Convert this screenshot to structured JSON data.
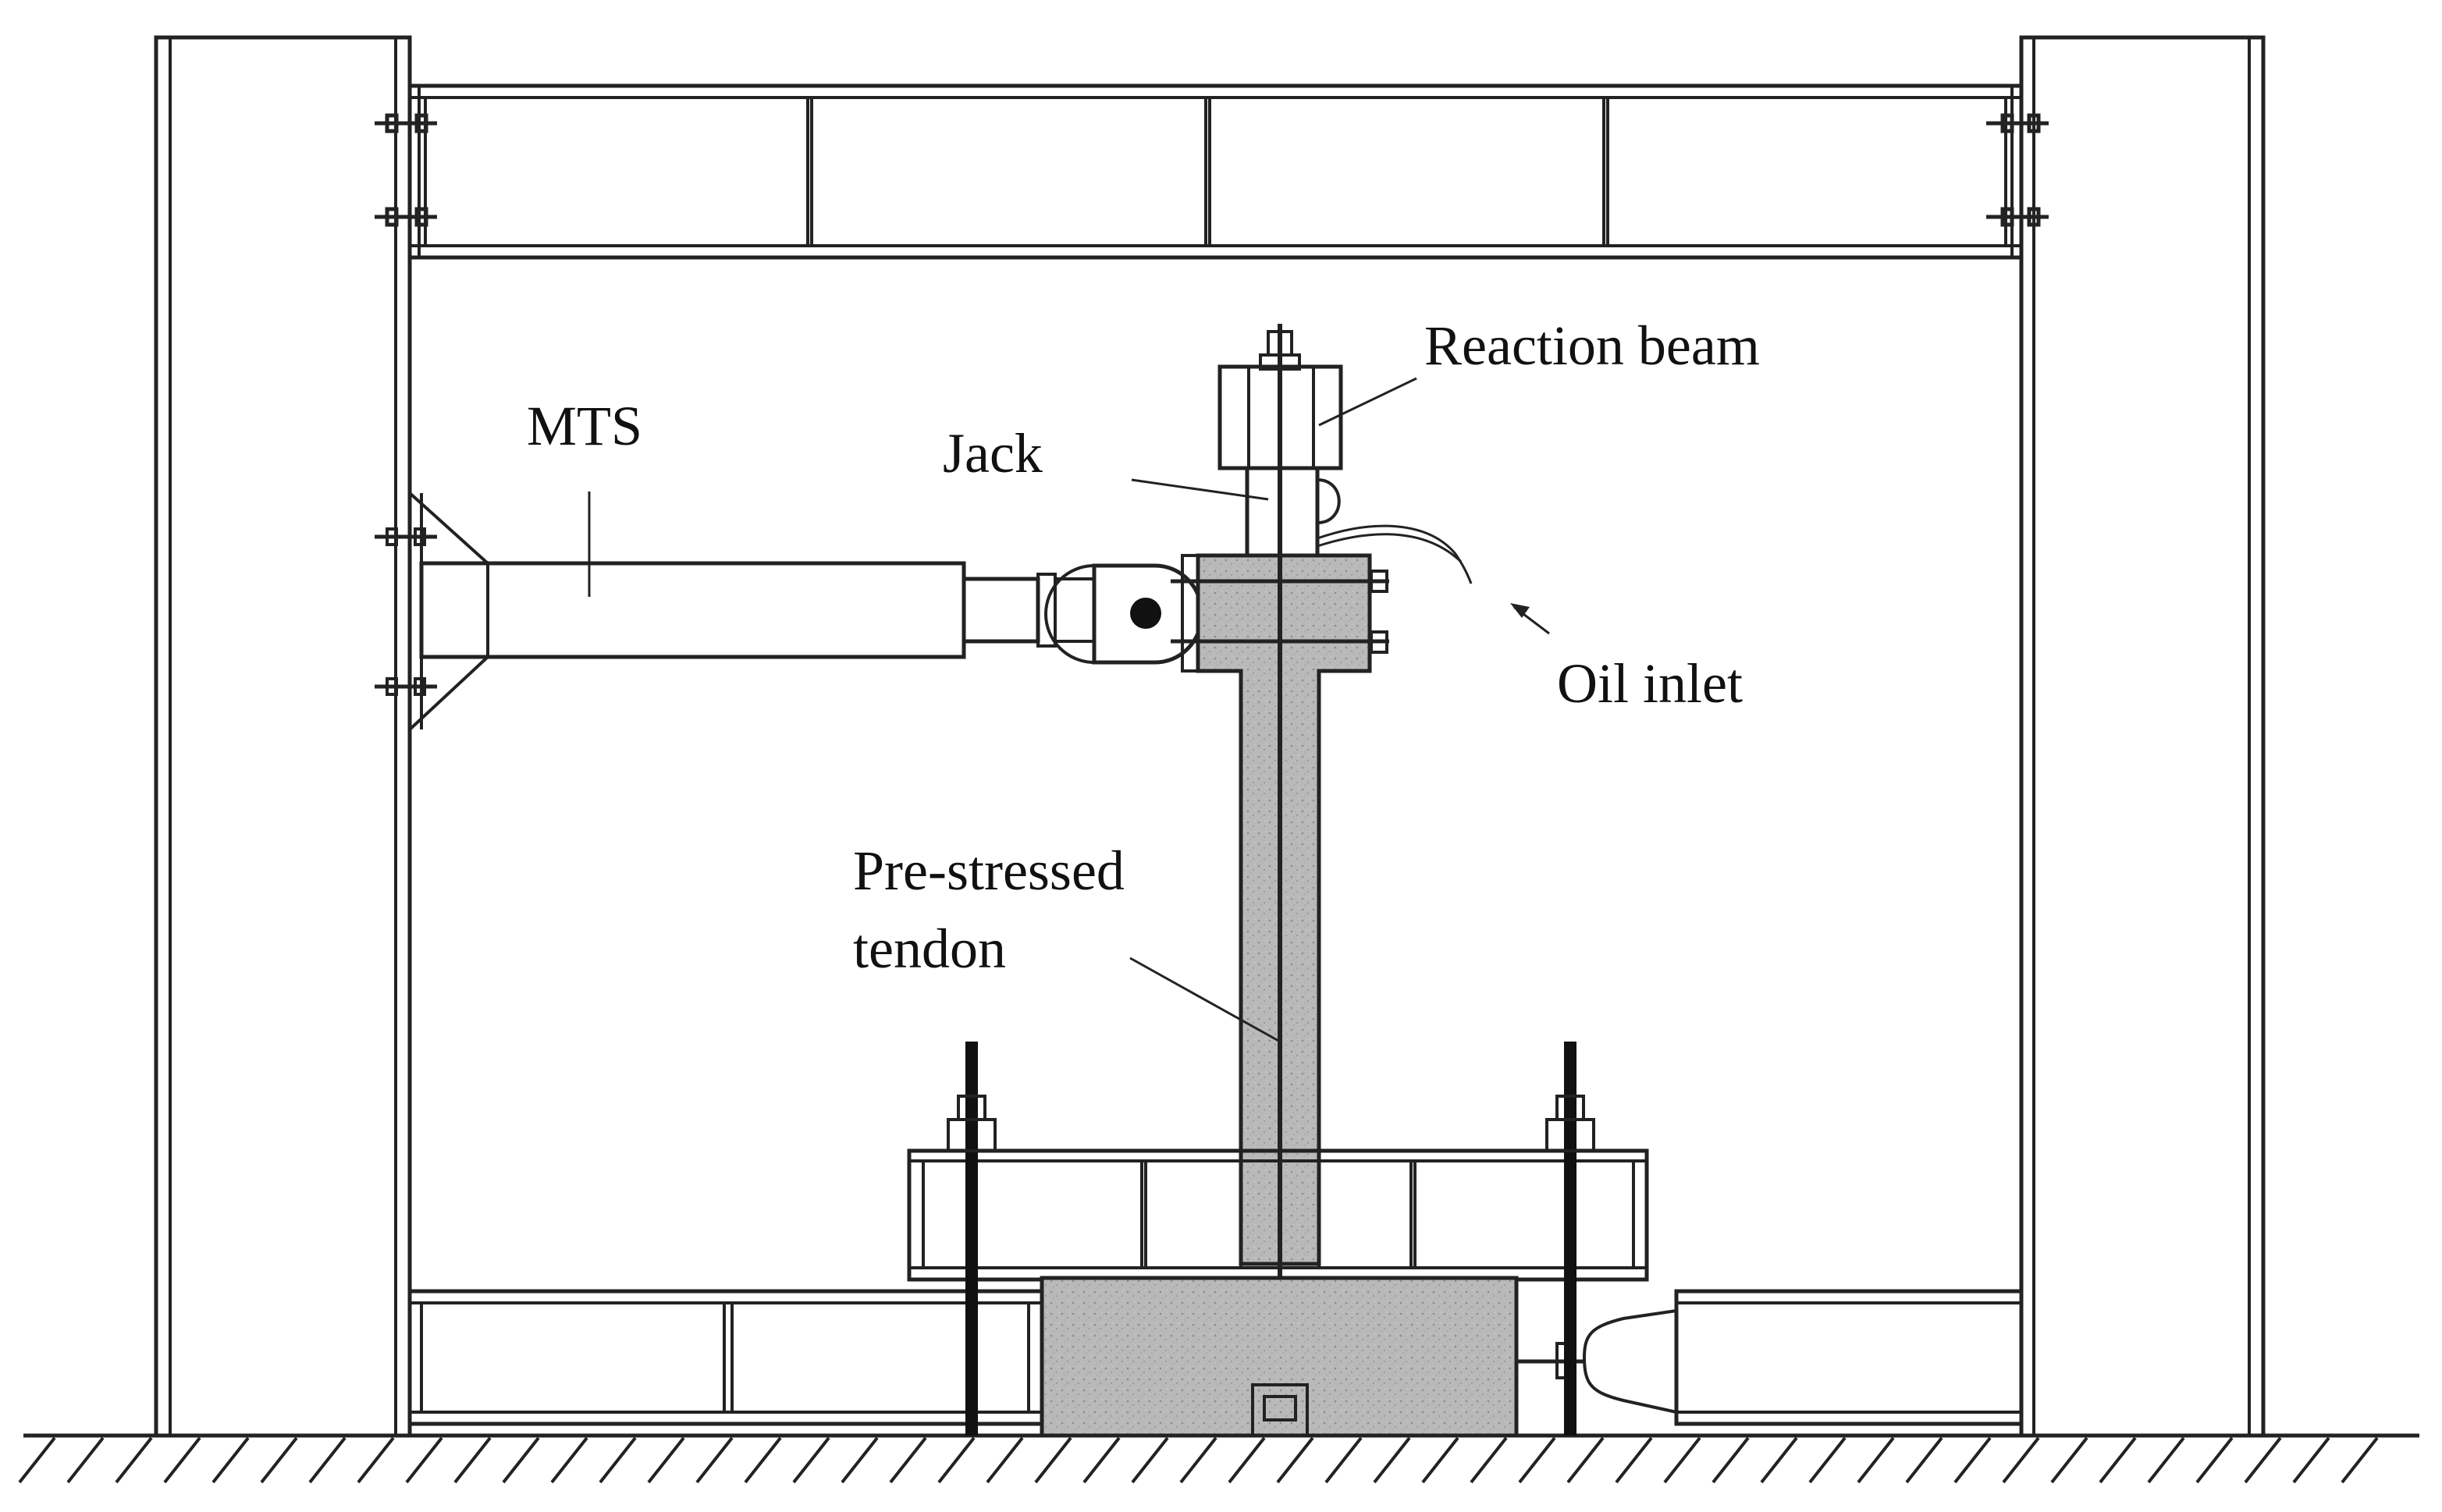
{
  "labels": {
    "mts": "MTS",
    "jack": "Jack",
    "reaction_beam": "Reaction beam",
    "oil_inlet": "Oil inlet",
    "tendon_line1": "Pre-stressed",
    "tendon_line2": "tendon"
  },
  "colors": {
    "line": "#222222",
    "concrete": "#b9b9b9",
    "background": "#ffffff",
    "rod": "#111111"
  }
}
